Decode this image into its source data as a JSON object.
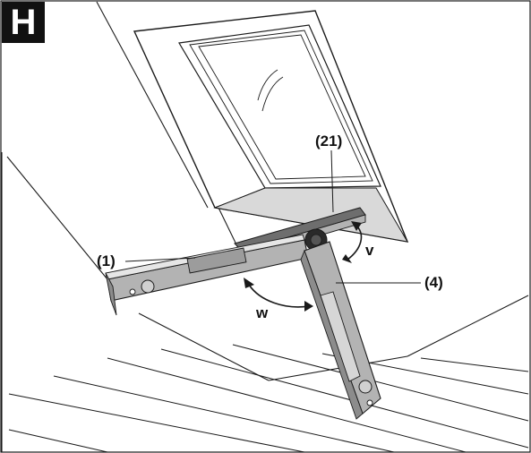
{
  "figure_label": "H",
  "labels": {
    "part_21": "(21)",
    "part_1": "(1)",
    "part_4": "(4)",
    "angle_v": "v",
    "angle_w": "w"
  },
  "colors": {
    "line": "#1a1a1a",
    "tool_grey": "#b3b3b3",
    "tool_dark": "#6e6e6e",
    "sill_grey": "#d9d9d9"
  }
}
